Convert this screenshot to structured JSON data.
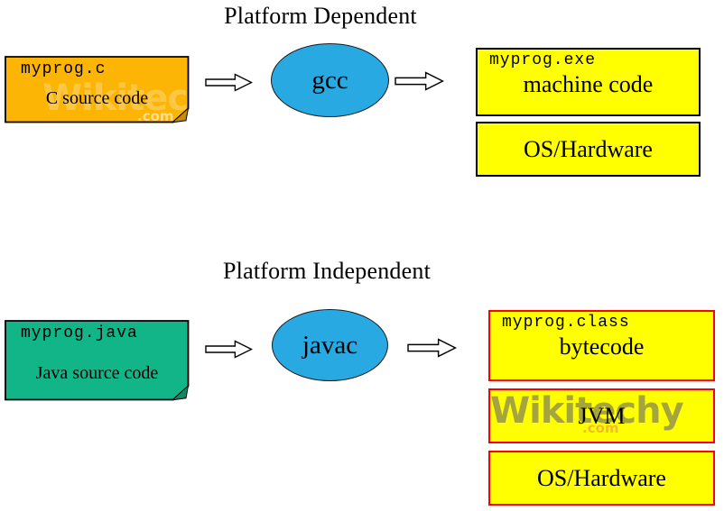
{
  "colors": {
    "c_source_fill": "#FCB505",
    "c_source_fold": "#C98C00",
    "java_source_fill": "#12B588",
    "java_source_fold": "#0B8A67",
    "compiler_fill": "#29A9E1",
    "output_fill": "#FFFF00",
    "dependent_output_border": "#000000",
    "independent_output_border": "#FF0000"
  },
  "watermark": {
    "brand": "Wikitechy",
    "suffix": ".com"
  },
  "dependent": {
    "title": "Platform Dependent",
    "source": {
      "filename": "myprog.c",
      "label": "C source code"
    },
    "compiler": "gcc",
    "outputs": [
      {
        "filename": "myprog.exe",
        "label": "machine code"
      },
      {
        "label": "OS/Hardware"
      }
    ]
  },
  "independent": {
    "title": "Platform Independent",
    "source": {
      "filename": "myprog.java",
      "label": "Java source code"
    },
    "compiler": "javac",
    "outputs": [
      {
        "filename": "myprog.class",
        "label": "bytecode"
      },
      {
        "label": "JVM"
      },
      {
        "label": "OS/Hardware"
      }
    ]
  }
}
